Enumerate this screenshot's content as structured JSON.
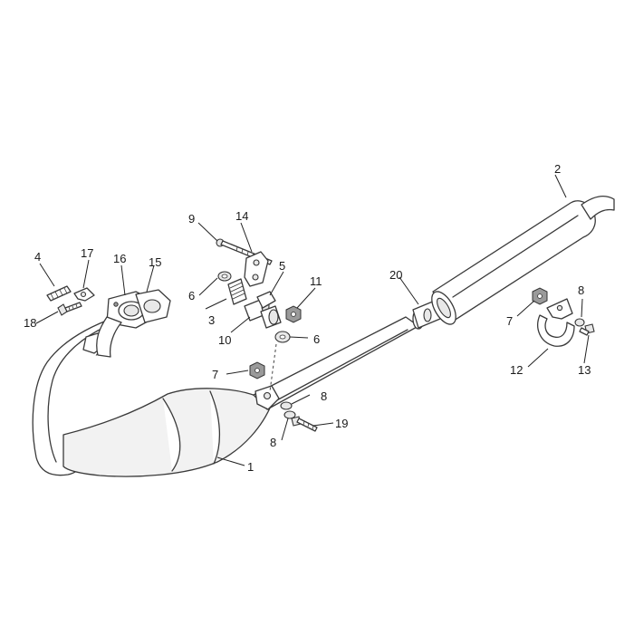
{
  "callouts": [
    {
      "id": "c1",
      "label": "1"
    },
    {
      "id": "c2",
      "label": "2"
    },
    {
      "id": "c3",
      "label": "3"
    },
    {
      "id": "c4",
      "label": "4"
    },
    {
      "id": "c5",
      "label": "5"
    },
    {
      "id": "c6a",
      "label": "6"
    },
    {
      "id": "c6b",
      "label": "6"
    },
    {
      "id": "c7a",
      "label": "7"
    },
    {
      "id": "c7b",
      "label": "7"
    },
    {
      "id": "c8a",
      "label": "8"
    },
    {
      "id": "c8b",
      "label": "8"
    },
    {
      "id": "c8c",
      "label": "8"
    },
    {
      "id": "c9",
      "label": "9"
    },
    {
      "id": "c10",
      "label": "10"
    },
    {
      "id": "c11",
      "label": "11"
    },
    {
      "id": "c12",
      "label": "12"
    },
    {
      "id": "c13",
      "label": "13"
    },
    {
      "id": "c14",
      "label": "14"
    },
    {
      "id": "c15",
      "label": "15"
    },
    {
      "id": "c16",
      "label": "16"
    },
    {
      "id": "c17",
      "label": "17"
    },
    {
      "id": "c18",
      "label": "18"
    },
    {
      "id": "c19",
      "label": "19"
    },
    {
      "id": "c20",
      "label": "20"
    }
  ]
}
